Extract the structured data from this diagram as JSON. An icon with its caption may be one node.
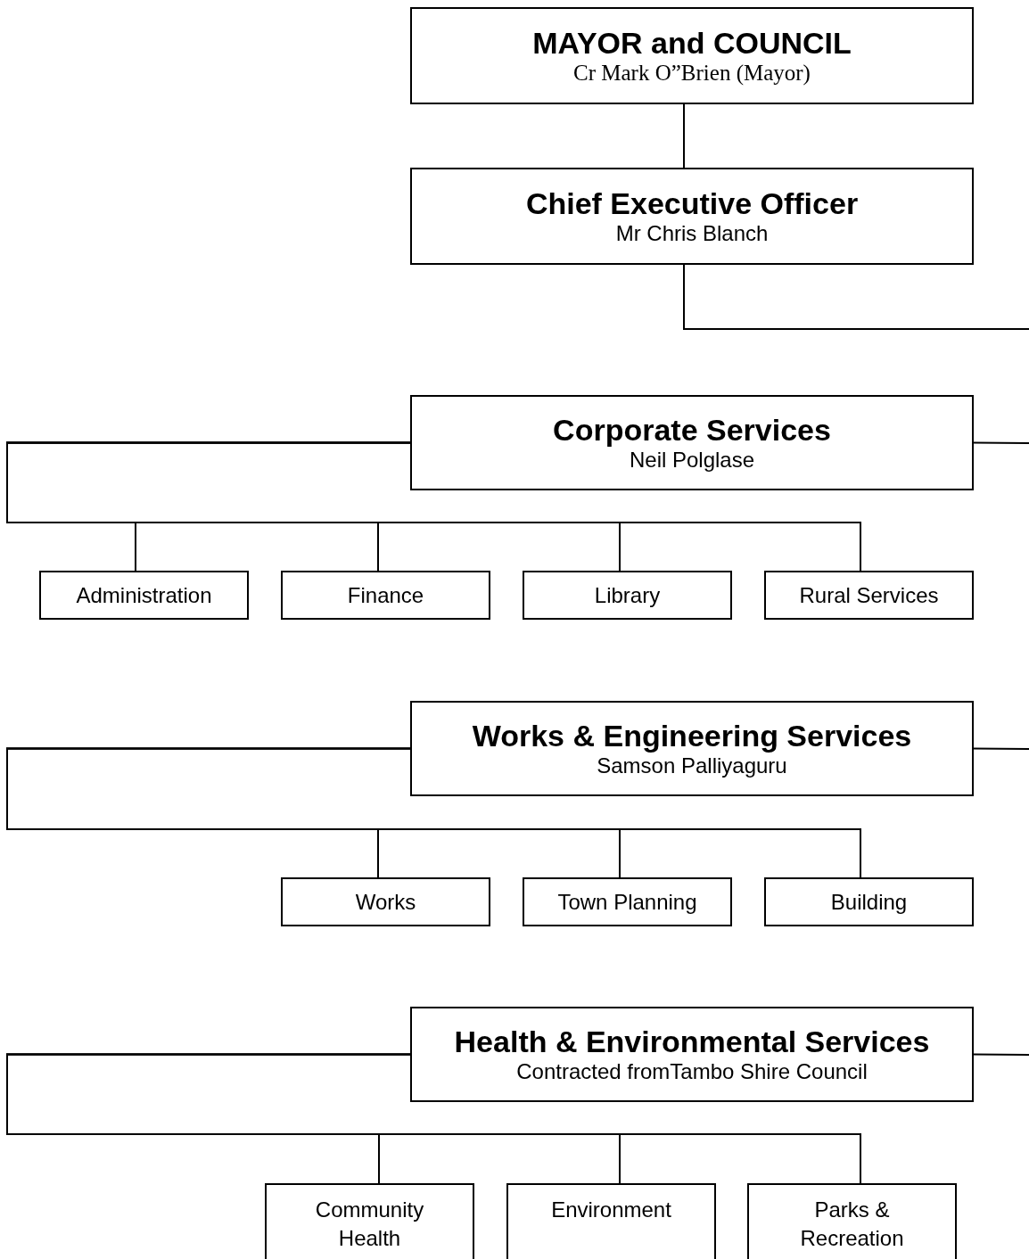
{
  "diagram": {
    "nodes": [
      {
        "text": [
          "MAYOR and COUNCIL",
          "Cr Mark O”Brien (Mayor)"
        ]
      },
      {
        "text": [
          "Chief Executive Officer",
          "Mr Chris Blanch"
        ]
      },
      {
        "text": [
          "Corporate Services",
          "Neil Polglase"
        ]
      },
      {
        "text": [
          "Administration"
        ]
      },
      {
        "text": [
          "Finance"
        ]
      },
      {
        "text": [
          "Library"
        ]
      },
      {
        "text": [
          "Rural Services"
        ]
      },
      {
        "text": [
          "Works & Engineering Services",
          "Samson Palliyaguru"
        ]
      },
      {
        "text": [
          "Works"
        ]
      },
      {
        "text": [
          "Town Planning"
        ]
      },
      {
        "text": [
          "Building"
        ]
      },
      {
        "text": [
          "Health & Environmental Services",
          "Contracted fromTambo Shire Council"
        ]
      },
      {
        "text": [
          "Community Health"
        ]
      },
      {
        "text": [
          "Environment"
        ]
      },
      {
        "text": [
          "Parks & Recreation"
        ]
      }
    ],
    "edges": [
      {
        "from": 0,
        "to": 1,
        "arrow": "none"
      },
      {
        "from": 1,
        "to": null,
        "arrow": "none"
      },
      {
        "from": null,
        "to": 2,
        "arrow": "none"
      },
      {
        "from": 2,
        "to": 3,
        "arrow": "none"
      },
      {
        "from": 2,
        "to": 4,
        "arrow": "none"
      },
      {
        "from": 2,
        "to": 5,
        "arrow": "none"
      },
      {
        "from": 2,
        "to": 6,
        "arrow": "none"
      },
      {
        "from": null,
        "to": 7,
        "arrow": "none"
      },
      {
        "from": 7,
        "to": 8,
        "arrow": "none"
      },
      {
        "from": 7,
        "to": 9,
        "arrow": "none"
      },
      {
        "from": 7,
        "to": 10,
        "arrow": "none"
      },
      {
        "from": null,
        "to": 11,
        "arrow": "none"
      },
      {
        "from": 11,
        "to": 12,
        "arrow": "none"
      },
      {
        "from": 11,
        "to": 13,
        "arrow": "none"
      },
      {
        "from": 11,
        "to": 14,
        "arrow": "none"
      }
    ]
  }
}
